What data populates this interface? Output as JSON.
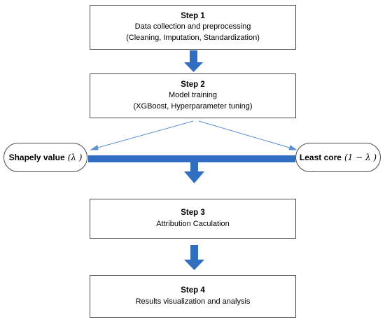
{
  "steps": [
    {
      "title": "Step 1",
      "line1": "Data collection and preprocessing",
      "line2": "(Cleaning, Imputation, Standardization)"
    },
    {
      "title": "Step 2",
      "line1": "Model training",
      "line2": "(XGBoost, Hyperparameter tuning)"
    },
    {
      "title": "Step 3",
      "line1": "Attribution Caculation"
    },
    {
      "title": "Step 4",
      "line1": "Results visualization and analysis"
    }
  ],
  "branches": {
    "left": {
      "label": "Shapely value",
      "symbol": "(λ )"
    },
    "right": {
      "label": "Least core",
      "symbol": "(1 − λ )"
    }
  },
  "colors": {
    "arrow": "#2f6ec0",
    "border": "#4a4a4a"
  }
}
